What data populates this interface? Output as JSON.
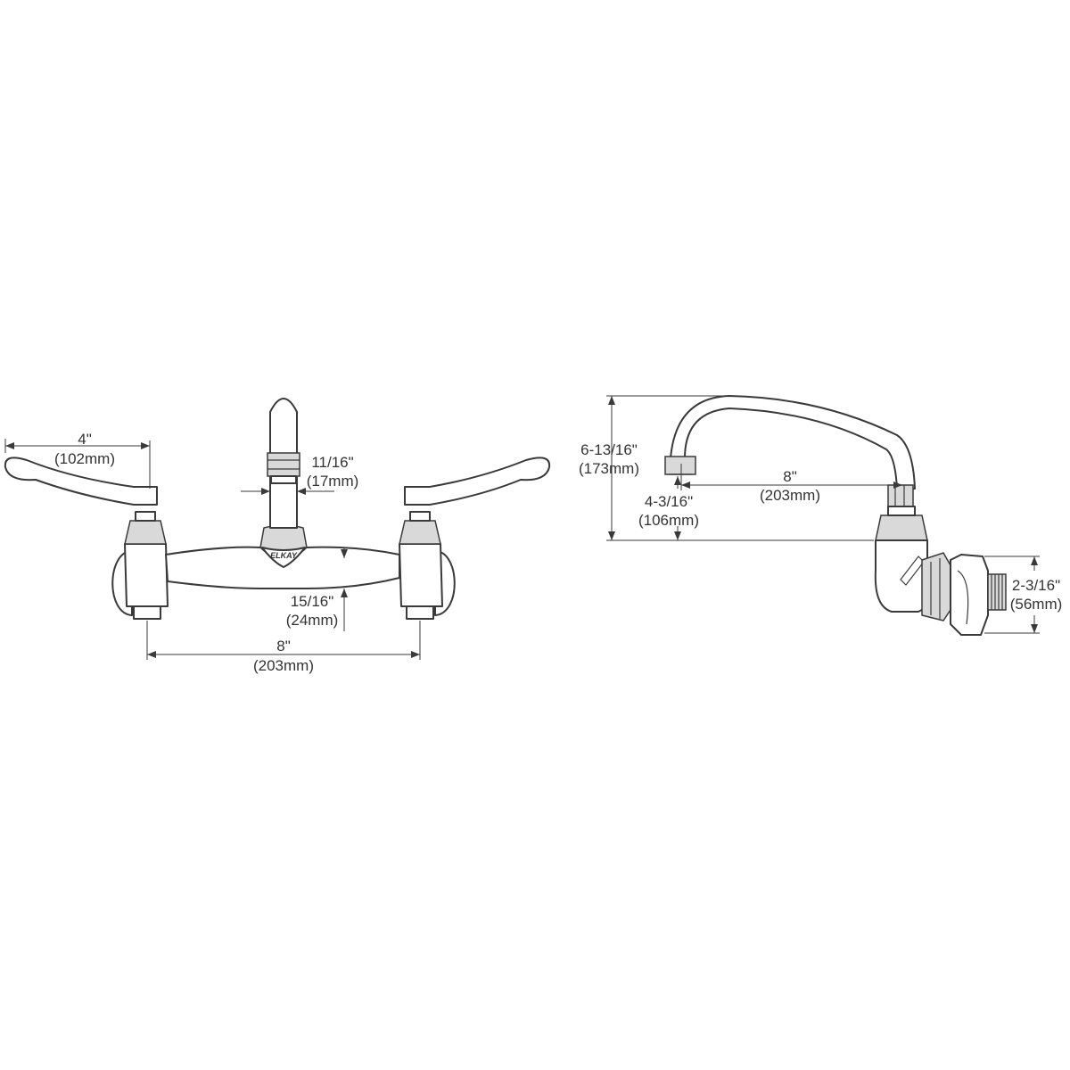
{
  "brand_mark": "ELKAY",
  "front_view": {
    "handle_length": {
      "imperial": "4\"",
      "metric": "(102mm)"
    },
    "spout_diameter": {
      "imperial": "11/16\"",
      "metric": "(17mm)"
    },
    "body_height": {
      "imperial": "15/16\"",
      "metric": "(24mm)"
    },
    "center_spacing": {
      "imperial": "8\"",
      "metric": "(203mm)"
    }
  },
  "side_view": {
    "overall_height": {
      "imperial": "6-13/16\"",
      "metric": "(173mm)"
    },
    "spout_reach": {
      "imperial": "8\"",
      "metric": "(203mm)"
    },
    "outlet_height": {
      "imperial": "4-3/16\"",
      "metric": "(106mm)"
    },
    "inlet_height": {
      "imperial": "2-3/16\"",
      "metric": "(56mm)"
    }
  },
  "colors": {
    "line": "#3a3a3a",
    "shade": "#d9d9d9",
    "background": "#ffffff"
  }
}
